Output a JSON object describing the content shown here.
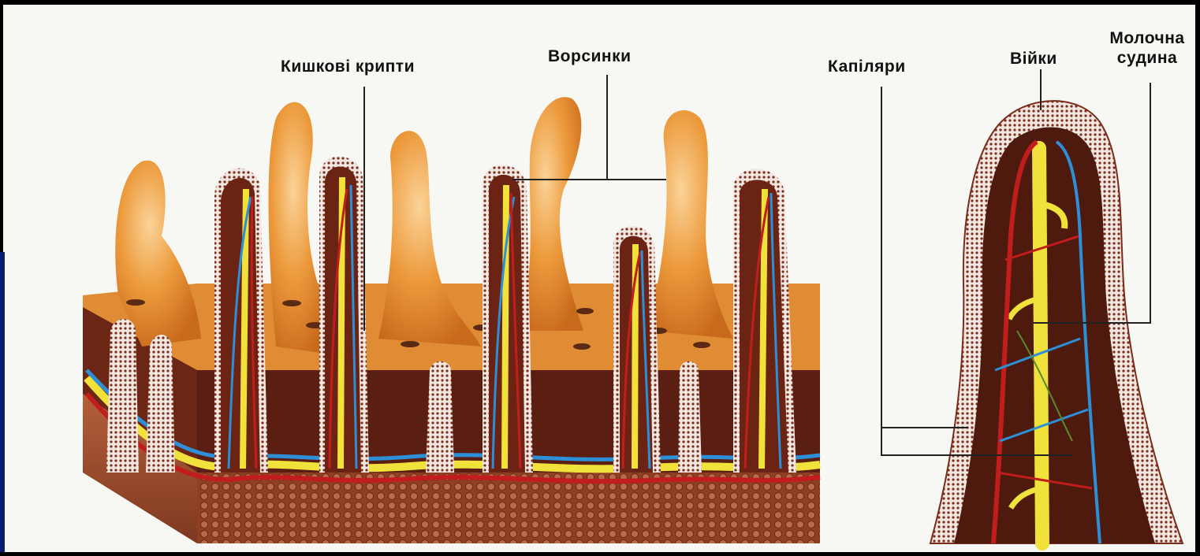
{
  "labels": {
    "crypts": "Кишкові крипти",
    "villi": "Ворсинки",
    "capillaries": "Капіляри",
    "cilia": "Війки",
    "lacteal_line1": "Молочна",
    "lacteal_line2": "судина"
  },
  "colors": {
    "background": "#000000",
    "paper": "#f7f7f3",
    "villus_fill": "#e8912e",
    "villus_light": "#f6c27a",
    "tissue_dark": "#5a1f12",
    "submucosa": "#9a4a28",
    "blood_vessel": "#c21d1d",
    "lymph_vessel": "#f0e23a",
    "capillary_blue": "#2d8fd6",
    "leader_line": "#222222"
  }
}
